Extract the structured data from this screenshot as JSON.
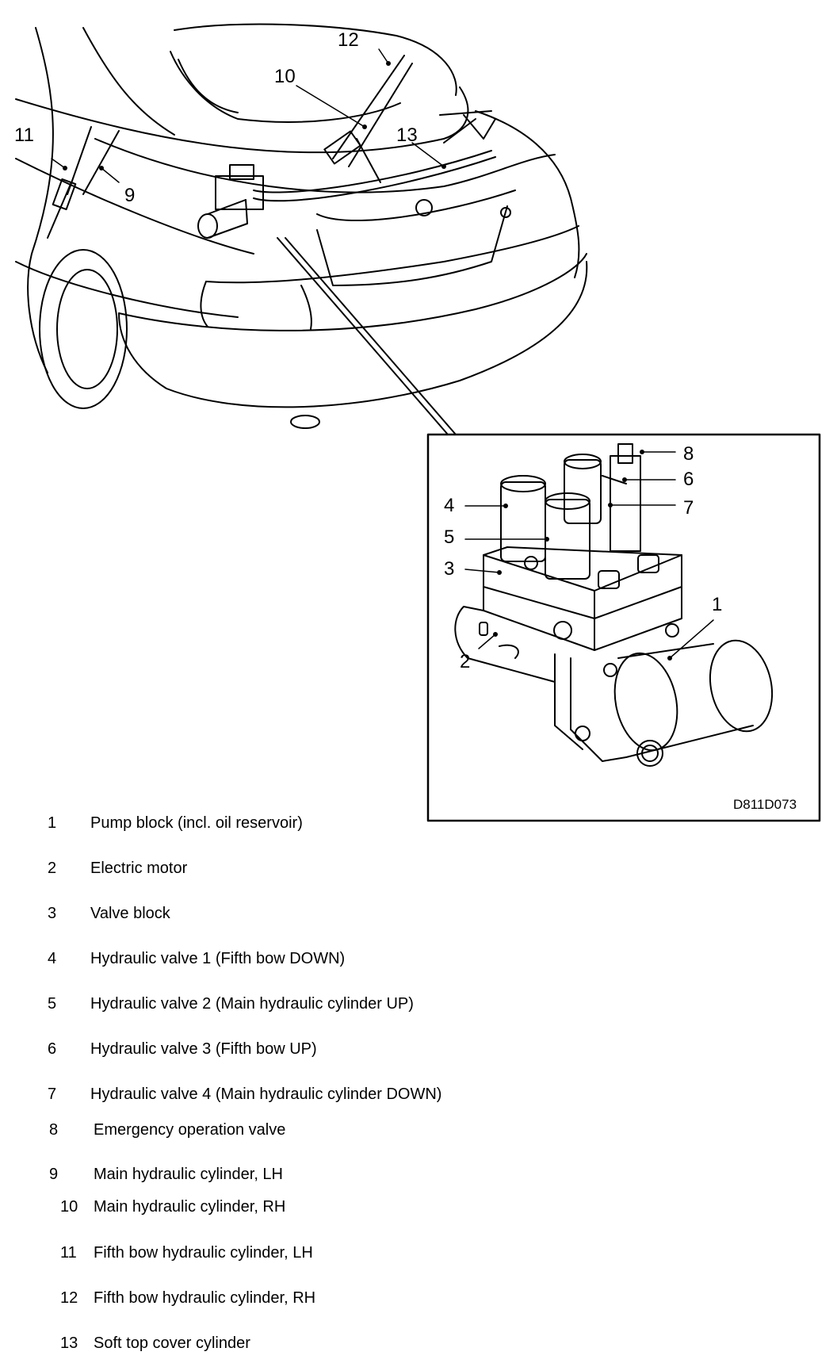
{
  "figure": {
    "drawing_code": "D811D073",
    "callouts": {
      "c1": "1",
      "c2": "2",
      "c3": "3",
      "c4": "4",
      "c5": "5",
      "c6": "6",
      "c7": "7",
      "c8": "8",
      "c9": "9",
      "c10": "10",
      "c11": "11",
      "c12": "12",
      "c13": "13"
    }
  },
  "legend": {
    "items": [
      {
        "number": "1",
        "text": "Pump block (incl. oil reservoir)"
      },
      {
        "number": "2",
        "text": "Electric motor"
      },
      {
        "number": "3",
        "text": "Valve block"
      },
      {
        "number": "4",
        "text": "Hydraulic valve 1 (Fifth bow DOWN)"
      },
      {
        "number": "5",
        "text": "Hydraulic valve 2 (Main hydraulic cylinder UP)"
      },
      {
        "number": "6",
        "text": "Hydraulic valve 3 (Fifth bow UP)"
      },
      {
        "number": "7",
        "text": "Hydraulic valve 4 (Main hydraulic cylinder DOWN)"
      },
      {
        "number": "8",
        "text": "Emergency operation valve"
      },
      {
        "number": "9",
        "text": "Main hydraulic cylinder, LH"
      },
      {
        "number": "10",
        "text": "Main hydraulic cylinder, RH"
      },
      {
        "number": "11",
        "text": "Fifth bow hydraulic cylinder, LH"
      },
      {
        "number": "12",
        "text": "Fifth bow hydraulic cylinder, RH"
      },
      {
        "number": "13",
        "text": "Soft top cover cylinder"
      }
    ]
  }
}
